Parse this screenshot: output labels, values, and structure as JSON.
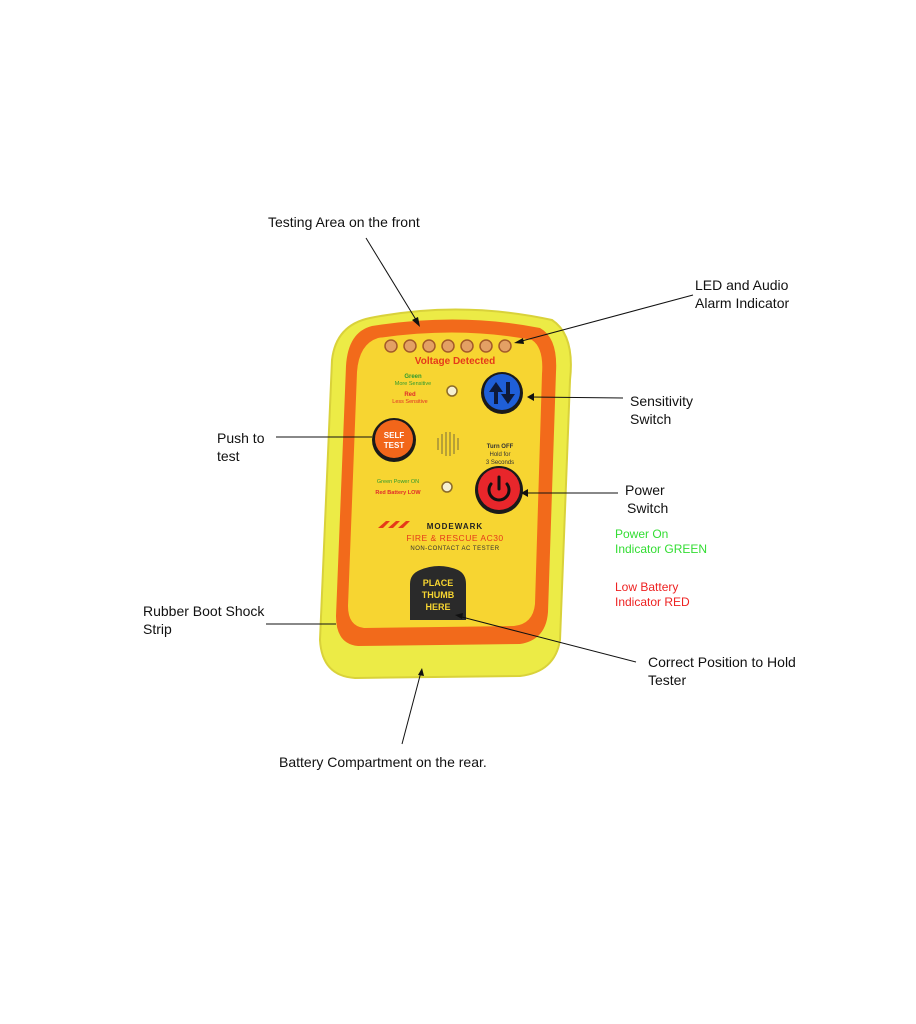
{
  "callouts": {
    "testing_area": "Testing Area on the front",
    "led_alarm": [
      "LED and Audio",
      "Alarm Indicator"
    ],
    "sensitivity": [
      "Sensitivity",
      "Switch"
    ],
    "push_to_test": [
      "Push to",
      "test"
    ],
    "power_switch": [
      "Power",
      "Switch"
    ],
    "rubber_boot": [
      "Rubber Boot Shock",
      "Strip"
    ],
    "correct_position": [
      "Correct Position to Hold",
      "Tester"
    ],
    "battery": "Battery Compartment on the rear.",
    "power_on_note": [
      "Power On",
      "Indicator GREEN"
    ],
    "low_battery_note": [
      "Low Battery",
      "Indicator RED"
    ]
  },
  "device": {
    "voltage_label": "Voltage Detected",
    "sensitivity_green": "Green",
    "sensitivity_more": "More Sensitive",
    "sensitivity_red": "Red",
    "sensitivity_less": "Less Sensitive",
    "self_test": [
      "SELF",
      "TEST"
    ],
    "turn_off": [
      "Turn OFF",
      "Hold for",
      "3 Seconds"
    ],
    "power_on_label": "Green Power ON",
    "battery_low_label": "Red Battery LOW",
    "brand": "MODEWARK",
    "product": "FIRE & RESCUE AC30",
    "product_sub": "NON-CONTACT AC TESTER",
    "thumb": [
      "PLACE",
      "THUMB",
      "HERE"
    ]
  },
  "colors": {
    "body_yellow": "#f2f03a",
    "bumper_orange": "#f26a1b",
    "panel_yellow": "#f7d531",
    "sensitivity_blue": "#1f5fd8",
    "power_red": "#e8262b"
  }
}
